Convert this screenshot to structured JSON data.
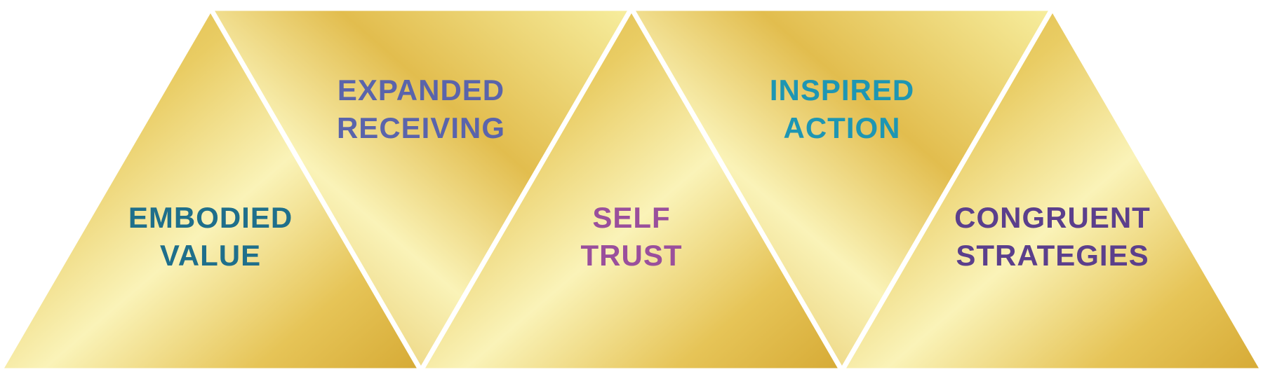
{
  "diagram": {
    "segments": [
      {
        "id": "embodied-value",
        "orientation": "up",
        "line1": "EMBODIED",
        "line2": "VALUE",
        "text_color": "#1f6f8b"
      },
      {
        "id": "expanded-receiving",
        "orientation": "down",
        "line1": "EXPANDED",
        "line2": "RECEIVING",
        "text_color": "#5a64ab"
      },
      {
        "id": "self-trust",
        "orientation": "up",
        "line1": "SELF",
        "line2": "TRUST",
        "text_color": "#9a4f9c"
      },
      {
        "id": "inspired-action",
        "orientation": "down",
        "line1": "INSPIRED",
        "line2": "ACTION",
        "text_color": "#1e96b3"
      },
      {
        "id": "congruent-strategies",
        "orientation": "up",
        "line1": "CONGRUENT",
        "line2": "STRATEGIES",
        "text_color": "#5b3f8c"
      }
    ],
    "colors": {
      "gold_dark": "#d9ae3a",
      "gold_mid": "#e9cc63",
      "gold_light": "#faf3b8",
      "separator": "#ffffff"
    }
  }
}
